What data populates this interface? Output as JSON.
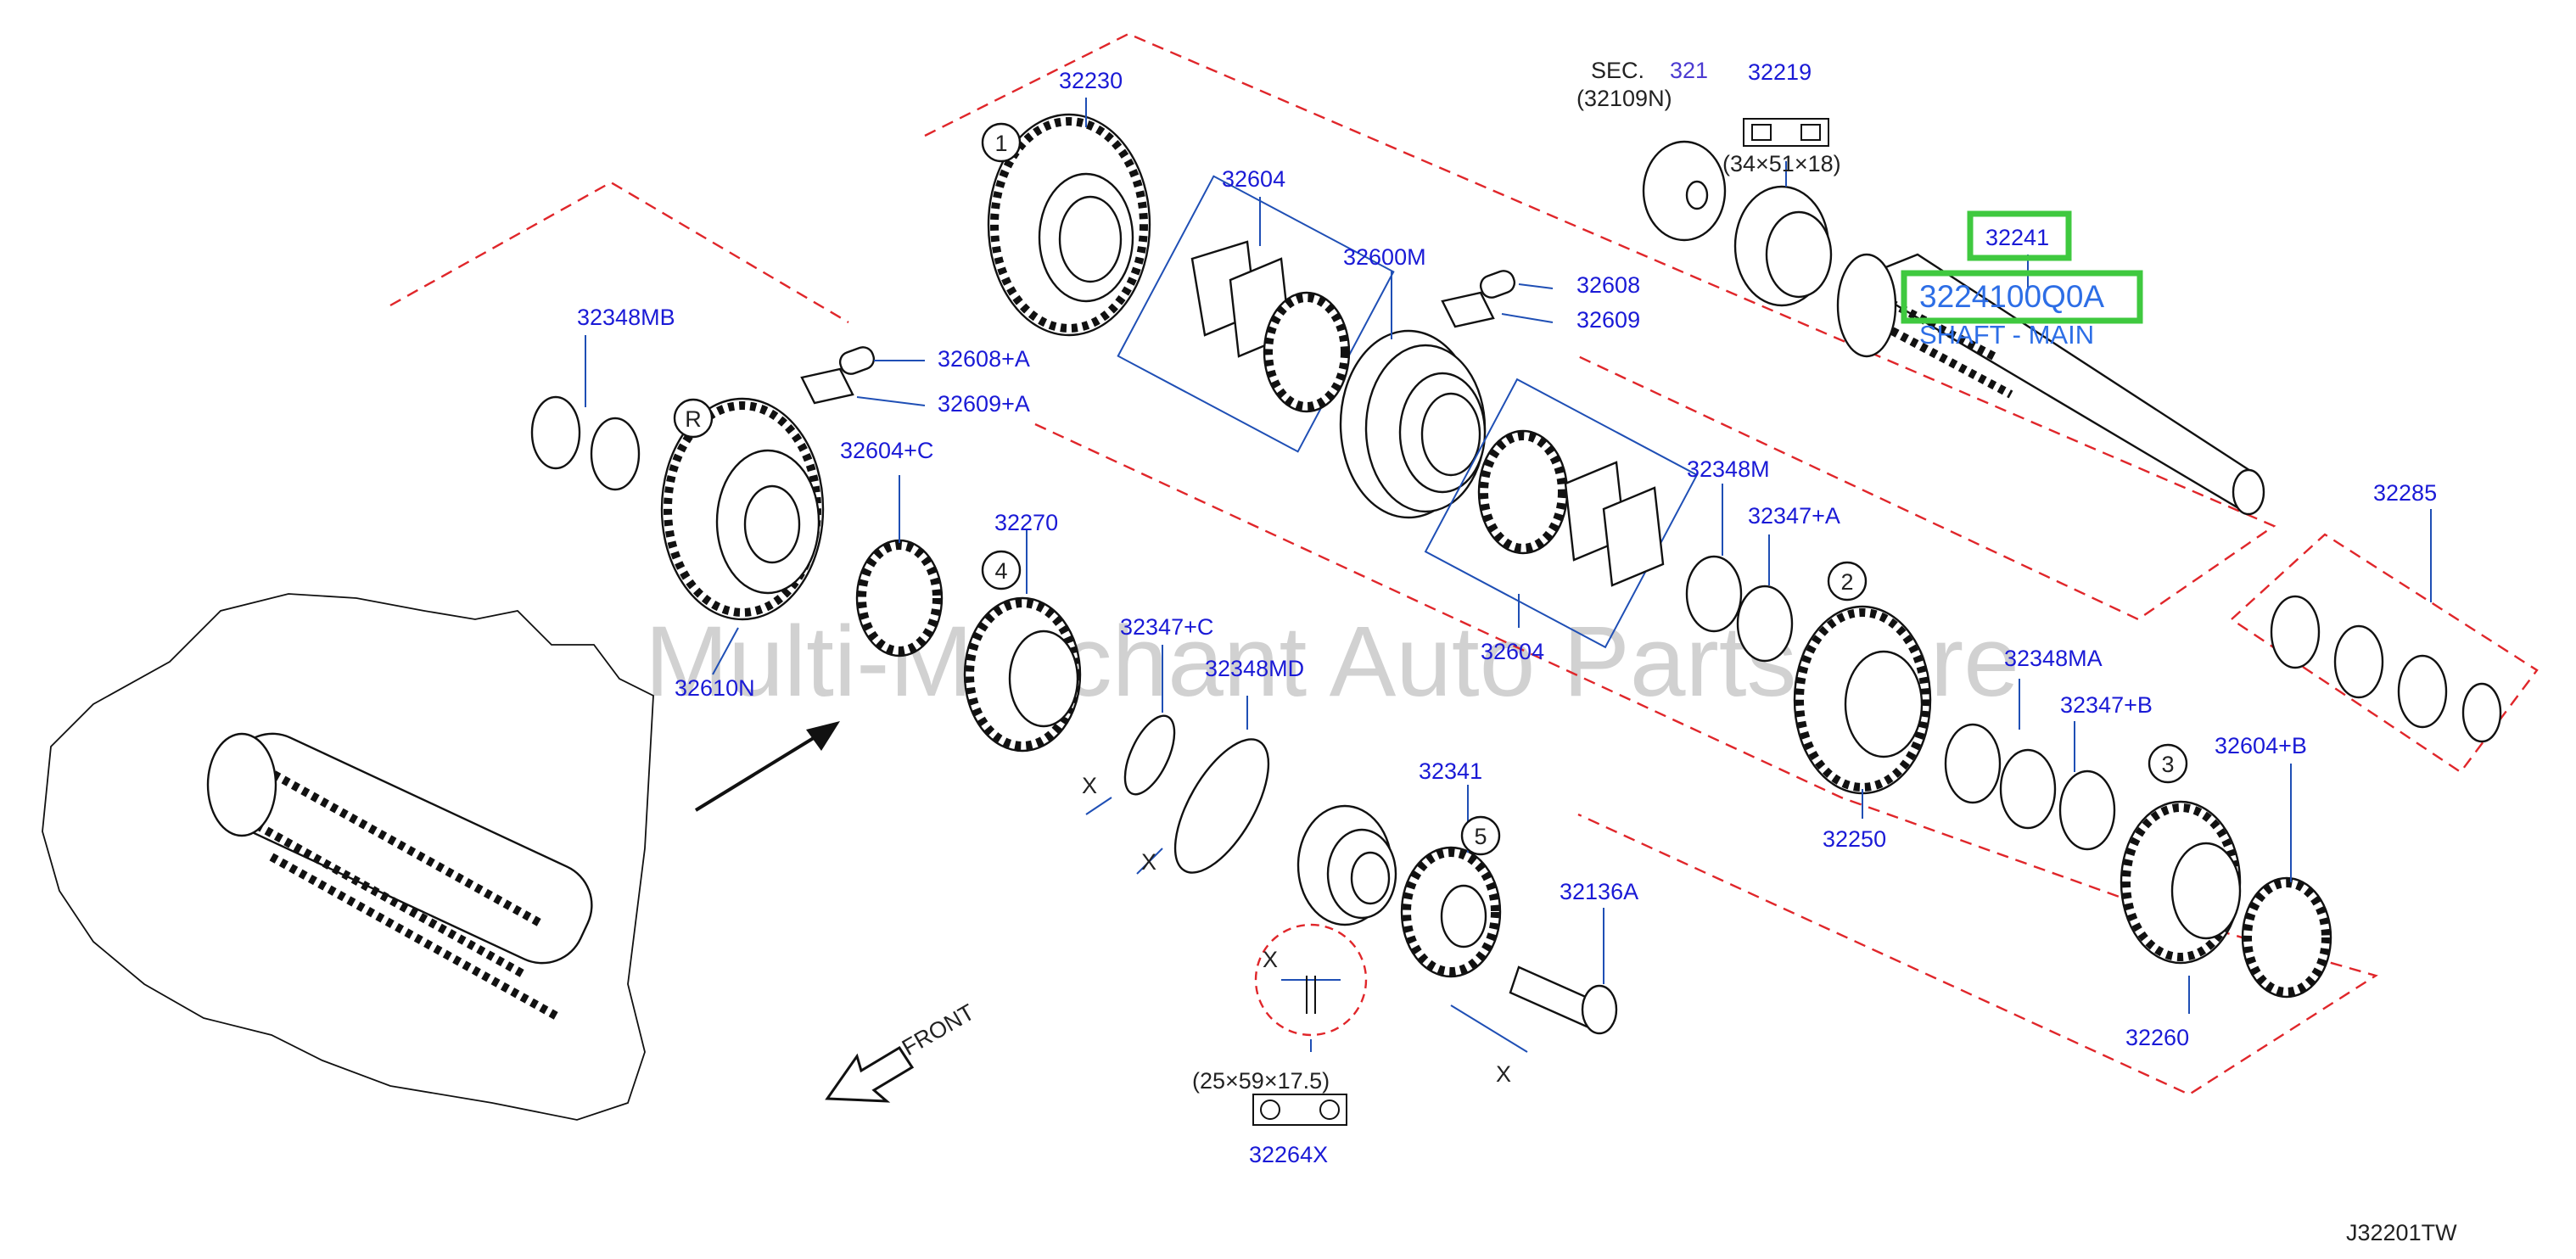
{
  "diagram_code": "J32201TW",
  "watermark": "Multi-Merchant Auto Partsstore",
  "front_label": "FRONT",
  "highlight": {
    "part_number": "32241",
    "oem_number": "3224100Q0A",
    "description": "SHAFT - MAIN",
    "color": "#3fc93f"
  },
  "section_ref": {
    "prefix": "SEC.",
    "number": "321",
    "part": "(32109N)"
  },
  "callouts": [
    "1",
    "R",
    "4",
    "2",
    "5",
    "3"
  ],
  "dimensions": {
    "bearing_32219": "(34×51×18)",
    "bearing_32264X": "(25×59×17.5)",
    "x_mark": "X"
  },
  "parts": [
    "32230",
    "32604",
    "32600M",
    "32608",
    "32609",
    "32348MB",
    "32608+A",
    "32609+A",
    "32604+C",
    "32270",
    "32610N",
    "32604",
    "32348M",
    "32347+A",
    "32285",
    "32219",
    "32347+C",
    "32348MD",
    "32341",
    "32136A",
    "32264X",
    "32250",
    "32348MA",
    "32347+B",
    "32604+B",
    "32260"
  ],
  "colors": {
    "label": "#1a1ad6",
    "dashed_group": "#e0262a",
    "leader": "#1f4fb5",
    "link": "#2d6ee6"
  }
}
